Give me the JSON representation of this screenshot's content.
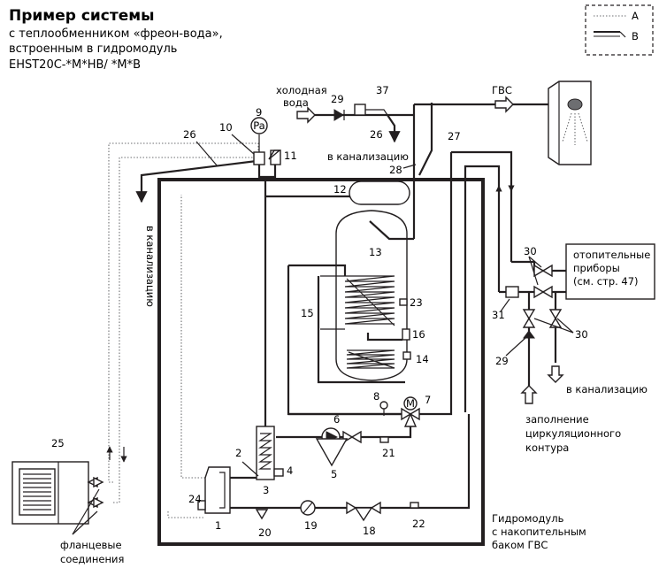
{
  "title": "Пример системы",
  "subtitle": [
    "с теплообменником «фреон-вода»,",
    "встроенным в гидромодуль",
    "EHST20C-*M*HB/ *M*B"
  ],
  "legend": {
    "a": "A",
    "b": "B"
  },
  "labels": {
    "cold_water_1": "холодная",
    "cold_water_2": "вода",
    "dhw": "ГВС",
    "drain_top": "в канализацию",
    "drain_left": "в канализацию",
    "drain_right": "в канализацию",
    "heaters_1": "отопительные",
    "heaters_2": "приборы",
    "heaters_3": "(см. стр. 47)",
    "fill_1": "заполнение",
    "fill_2": "циркуляционного",
    "fill_3": "контура",
    "module_1": "Гидромодуль",
    "module_2": "с накопительным",
    "module_3": "баком ГВС",
    "flange_1": "фланцевые",
    "flange_2": "соединения",
    "pa": "Pa",
    "motor": "M"
  },
  "numbers": {
    "n1": "1",
    "n2": "2",
    "n3": "3",
    "n4": "4",
    "n5": "5",
    "n6": "6",
    "n7": "7",
    "n8": "8",
    "n9": "9",
    "n10": "10",
    "n11": "11",
    "n12": "12",
    "n13": "13",
    "n14": "14",
    "n15": "15",
    "n16": "16",
    "n18": "18",
    "n19": "19",
    "n20": "20",
    "n21": "21",
    "n22": "22",
    "n23": "23",
    "n24": "24",
    "n25": "25",
    "n26a": "26",
    "n26b": "26",
    "n27": "27",
    "n28": "28",
    "n29a": "29",
    "n29b": "29",
    "n30a": "30",
    "n30b": "30",
    "n31": "31",
    "n37": "37"
  },
  "icons": [
    "arrow-icon",
    "valve-icon",
    "pump-icon",
    "shower-icon",
    "tank-icon",
    "coil-icon"
  ]
}
